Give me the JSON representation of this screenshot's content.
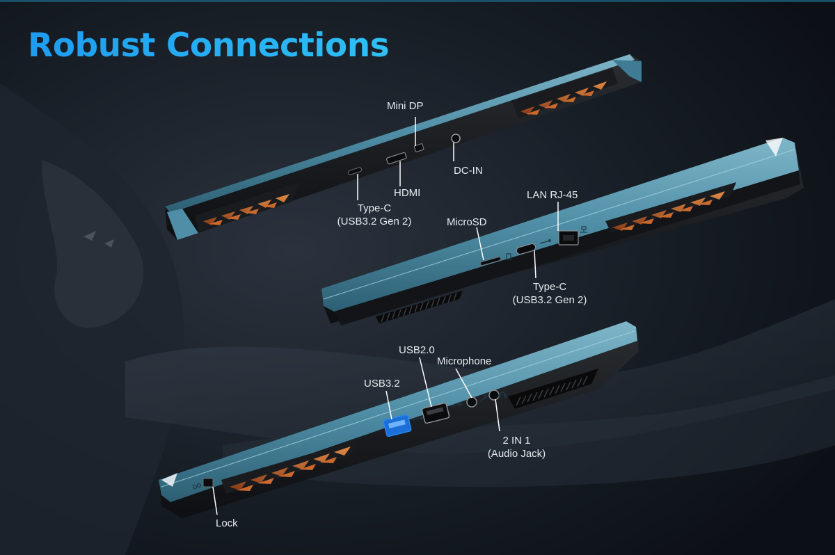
{
  "title": "Robust Connections",
  "colors": {
    "title_gradient_start": "#1e9cf0",
    "title_gradient_end": "#2fc0f5",
    "chassis_blue": "#4f8ea6",
    "vent_orange": "#c9692e",
    "label_text": "#e6ebef",
    "background": "#0f141b"
  },
  "ports": {
    "rear": {
      "mini_dp": "Mini DP",
      "hdmi": "HDMI",
      "dc_in": "DC-IN",
      "type_c_line1": "Type-C",
      "type_c_line2": "(USB3.2 Gen 2)"
    },
    "right": {
      "microsd": "MicroSD",
      "lan": "LAN RJ-45",
      "type_c_line1": "Type-C",
      "type_c_line2": "(USB3.2 Gen 2)"
    },
    "left": {
      "usb32": "USB3.2",
      "usb20": "USB2.0",
      "microphone": "Microphone",
      "audio_line1": "2 IN 1",
      "audio_line2": "(Audio Jack)",
      "lock": "Lock"
    }
  },
  "icons": [
    "lan-icon",
    "usb-icon",
    "microphone-icon",
    "headphone-icon",
    "lock-icon",
    "sd-card-icon"
  ]
}
